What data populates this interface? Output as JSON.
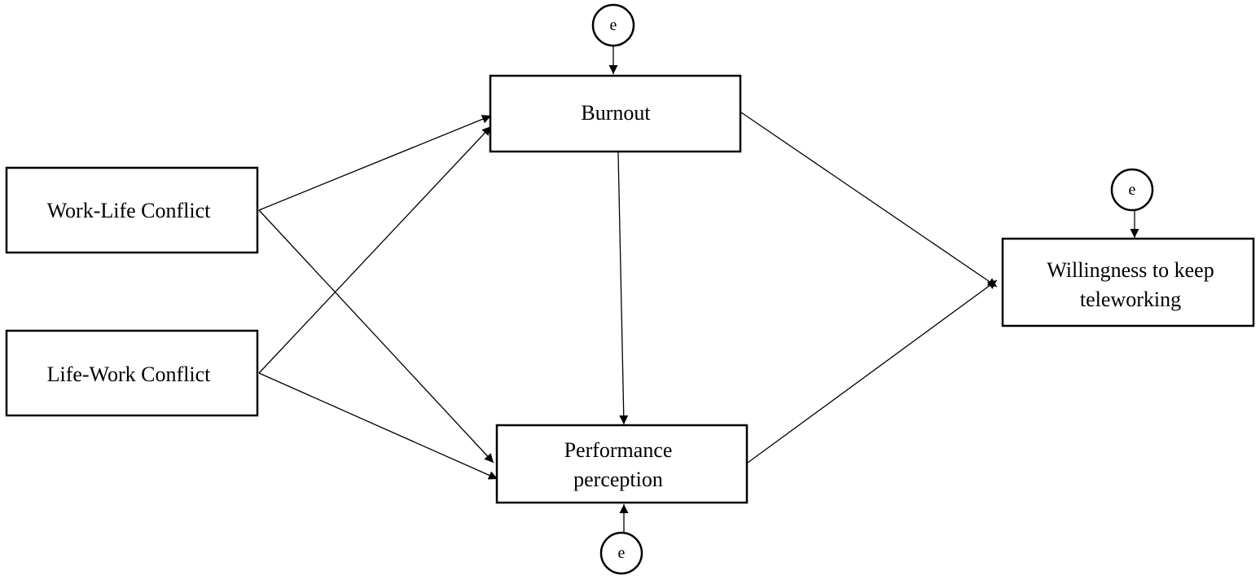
{
  "nodes": {
    "work_life_conflict": {
      "lines": [
        "Work-Life Conflict"
      ]
    },
    "life_work_conflict": {
      "lines": [
        "Life-Work Conflict"
      ]
    },
    "burnout": {
      "lines": [
        "Burnout"
      ]
    },
    "performance_perception": {
      "lines": [
        "Performance",
        "perception"
      ]
    },
    "willingness": {
      "lines": [
        "Willingness to keep",
        "teleworking"
      ]
    }
  },
  "error_terms": {
    "burnout": "e",
    "performance_perception": "e",
    "willingness": "e"
  },
  "paths": [
    {
      "from": "work_life_conflict",
      "to": "burnout"
    },
    {
      "from": "work_life_conflict",
      "to": "performance_perception"
    },
    {
      "from": "life_work_conflict",
      "to": "burnout"
    },
    {
      "from": "life_work_conflict",
      "to": "performance_perception"
    },
    {
      "from": "burnout",
      "to": "performance_perception"
    },
    {
      "from": "burnout",
      "to": "willingness"
    },
    {
      "from": "performance_perception",
      "to": "willingness"
    },
    {
      "from": "error_burnout",
      "to": "burnout"
    },
    {
      "from": "error_performance_perception",
      "to": "performance_perception"
    },
    {
      "from": "error_willingness",
      "to": "willingness"
    }
  ]
}
